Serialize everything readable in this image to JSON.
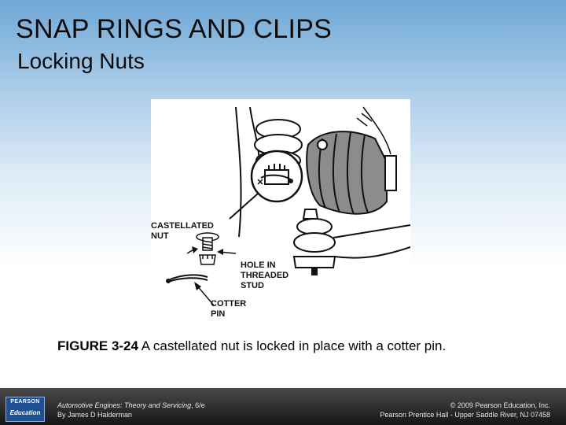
{
  "slide": {
    "title": "SNAP RINGS AND CLIPS",
    "subtitle": "Locking Nuts"
  },
  "figure": {
    "labels": {
      "castellated_nut": "CASTELLATED\nNUT",
      "hole": "HOLE IN\nTHREADED\nSTUD",
      "cotter_pin": "COTTER\nPIN"
    },
    "caption_number": "FIGURE 3-24",
    "caption_text": " A castellated nut is locked in place with a cotter pin."
  },
  "footer": {
    "logo_top": "PEARSON",
    "logo_bottom": "Education",
    "book_title": "Automotive Engines: Theory and Servicing",
    "book_edition": ", 6/e",
    "author": "By James D Halderman",
    "copyright": "© 2009 Pearson Education, Inc.",
    "publisher": "Pearson Prentice Hall - Upper Saddle River, NJ 07458"
  },
  "colors": {
    "footer_bar": "#2b2b2b",
    "logo_blue": "#1d4f91",
    "boot_gray": "#8c8c8c"
  }
}
